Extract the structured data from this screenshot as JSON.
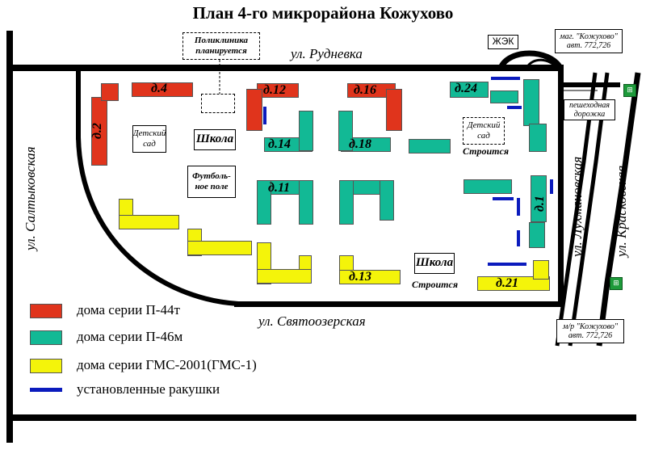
{
  "title": "План 4-го микрорайона Кожухово",
  "streets": {
    "rudnevka": "ул. Рудневка",
    "saltykovskaya": "ул. Салтыковская",
    "svyatoozerskaya": "ул. Святоозерская",
    "lukhmanovskaya": "ул. Лухмановская",
    "kraskovskaya": "ул. Красковская"
  },
  "houses": {
    "d2": "д.2",
    "d4": "д.4",
    "d12": "д.12",
    "d16": "д.16",
    "d24": "д.24",
    "d14": "д.14",
    "d18": "д.18",
    "d11": "д.11",
    "d1": "д.1",
    "d13": "д.13",
    "d21": "д.21"
  },
  "facilities": {
    "polyclinic": "Поликлиника планируется",
    "zhek": "ЖЭК",
    "kindergarten1": "Детский сад",
    "school1": "Школа",
    "kindergarten2": "Детский сад",
    "kindergarten2_status": "Строится",
    "football": "Футболь-ное поле",
    "school2": "Школа",
    "school2_status": "Строится",
    "footpath": "пешеходная дорожка",
    "stop1": "маг. \"Кожухово\" авт. 772,726",
    "stop2": "м/р \"Кожухово\" авт. 772,726"
  },
  "legend": [
    {
      "color": "#e0341c",
      "label": "дома серии П-44т"
    },
    {
      "color": "#12b995",
      "label": "дома серии П-46м"
    },
    {
      "color": "#f4f40a",
      "label": "дома серии ГМС-2001(ГМС-1)"
    },
    {
      "color": "#0b1bbd",
      "label": "установленные ракушки"
    }
  ]
}
